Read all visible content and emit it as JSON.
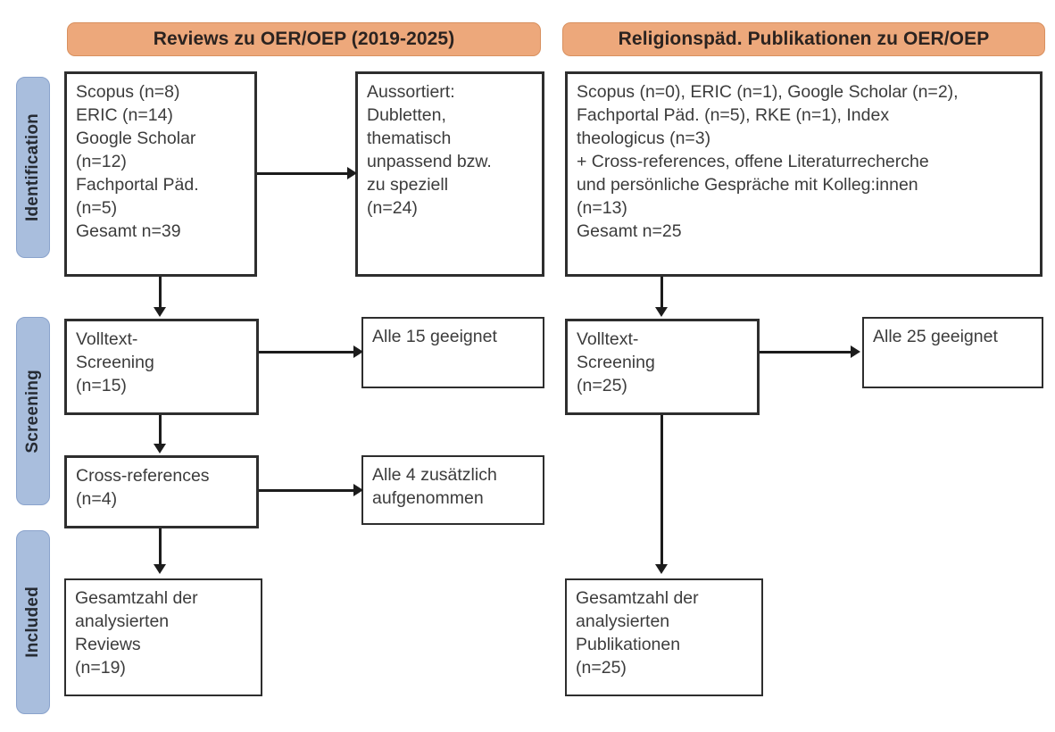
{
  "columns": {
    "left": {
      "header": "Reviews zu OER/OEP (2019-2025)"
    },
    "right": {
      "header": "Religionspäd. Publikationen zu OER/OEP"
    }
  },
  "stages": [
    {
      "label": "Identification"
    },
    {
      "label": "Screening"
    },
    {
      "label": "Included"
    }
  ],
  "boxes": {
    "left_identification": "Scopus (n=8)\nERIC (n=14)\nGoogle Scholar\n(n=12)\nFachportal Päd.\n(n=5)\nGesamt n=39",
    "left_excluded": "Aussortiert:\nDubletten,\nthematisch\nunpassend bzw.\nzu speziell\n(n=24)",
    "right_identification": "Scopus (n=0), ERIC (n=1), Google Scholar (n=2),\nFachportal Päd. (n=5), RKE (n=1), Index\ntheologicus (n=3)\n+ Cross-references, offene Literaturrecherche\nund persönliche Gespräche mit Kolleg:innen\n(n=13)\nGesamt n=25",
    "left_screening": "Volltext-\nScreening\n(n=15)",
    "left_eligible": "Alle 15 geeignet",
    "right_screening": "Volltext-\nScreening\n(n=25)",
    "right_eligible": "Alle 25 geeignet",
    "left_crossrefs": "Cross-references\n(n=4)",
    "left_crossrefs_outcome": "Alle 4 zusätzlich\naufgenommen",
    "left_included": "Gesamtzahl der\nanalysierten\nReviews\n(n=19)",
    "right_included": "Gesamtzahl der\nanalysierten\nPublikationen\n(n=25)"
  },
  "colors": {
    "header_orange": "#eda87b",
    "stage_blue": "#a9bedd",
    "box_border": "#2e2e2e",
    "connector": "#1c1c1c",
    "text": "#3c3c3c"
  }
}
